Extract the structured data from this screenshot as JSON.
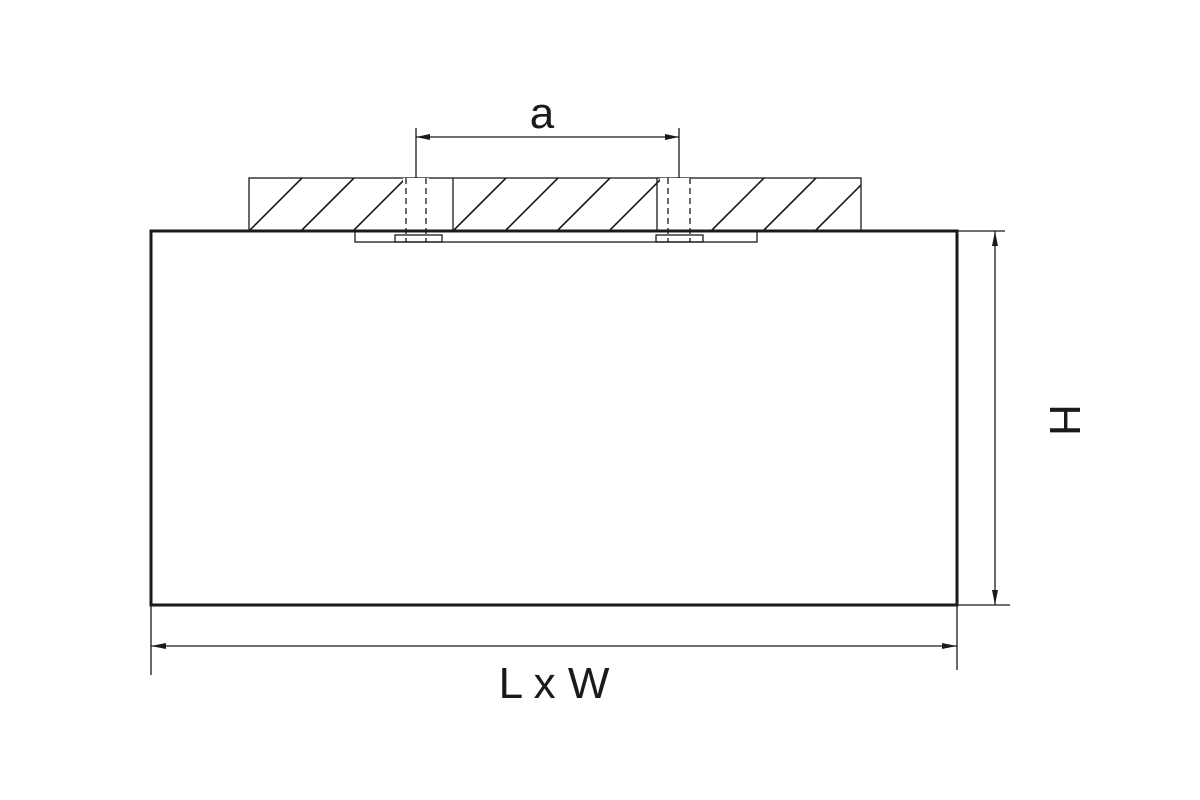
{
  "labels": {
    "a": "a",
    "h": "H",
    "lxw": "L x W"
  },
  "colors": {
    "line": "#1a1a1a",
    "background": "#ffffff"
  }
}
